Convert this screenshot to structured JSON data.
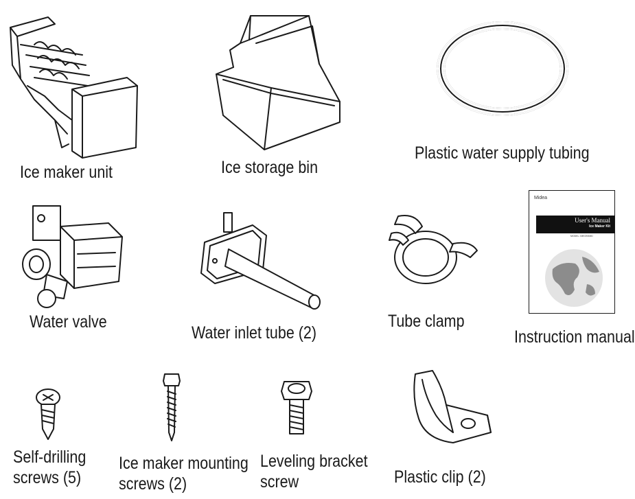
{
  "items": [
    {
      "id": "ice-maker-unit",
      "label": "Ice maker unit"
    },
    {
      "id": "ice-storage-bin",
      "label": "Ice storage bin"
    },
    {
      "id": "water-supply-tubing",
      "label": "Plastic water supply tubing"
    },
    {
      "id": "water-valve",
      "label": "Water valve"
    },
    {
      "id": "water-inlet-tube",
      "label": "Water inlet tube (2)"
    },
    {
      "id": "tube-clamp",
      "label": "Tube clamp"
    },
    {
      "id": "instruction-manual",
      "label": "Instruction manual"
    },
    {
      "id": "self-drilling-screws",
      "label_line1": "Self-drilling",
      "label_line2": "screws (5)"
    },
    {
      "id": "mounting-screws",
      "label_line1": "Ice maker mounting",
      "label_line2": "screws (2)"
    },
    {
      "id": "leveling-screw",
      "label_line1": "Leveling bracket",
      "label_line2": "screw"
    },
    {
      "id": "plastic-clip",
      "label": "Plastic clip (2)"
    }
  ],
  "manual": {
    "brand": "Midea",
    "title": "User's Manual",
    "subtitle": "Ice Maker Kit",
    "model": "MODEL: IMK0SSMD"
  }
}
